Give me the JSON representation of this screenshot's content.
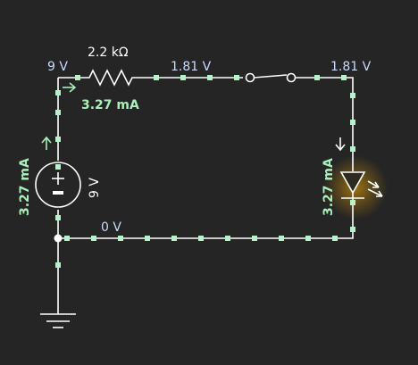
{
  "labels": {
    "node_top_left_voltage": "9 V",
    "resistor_value": "2.2 kΩ",
    "node_mid_voltage": "1.81 V",
    "node_top_right_voltage": "1.81 V",
    "wire_current": "3.27 mA",
    "source_current": "3.27 mA",
    "source_value": "9 V",
    "led_current": "3.27 mA",
    "ground_voltage": "0 V"
  },
  "colors": {
    "background": "#252525",
    "wire": "#ffffff",
    "current_dots": "#b7f2c9",
    "voltage_text": "#c8d9ff",
    "current_text": "#a8f0b8",
    "led_glow": "#ffb000"
  },
  "icons": {
    "switch": "open-switch-icon",
    "led": "led-icon",
    "ground": "ground-icon",
    "source": "dc-voltage-source-icon"
  }
}
